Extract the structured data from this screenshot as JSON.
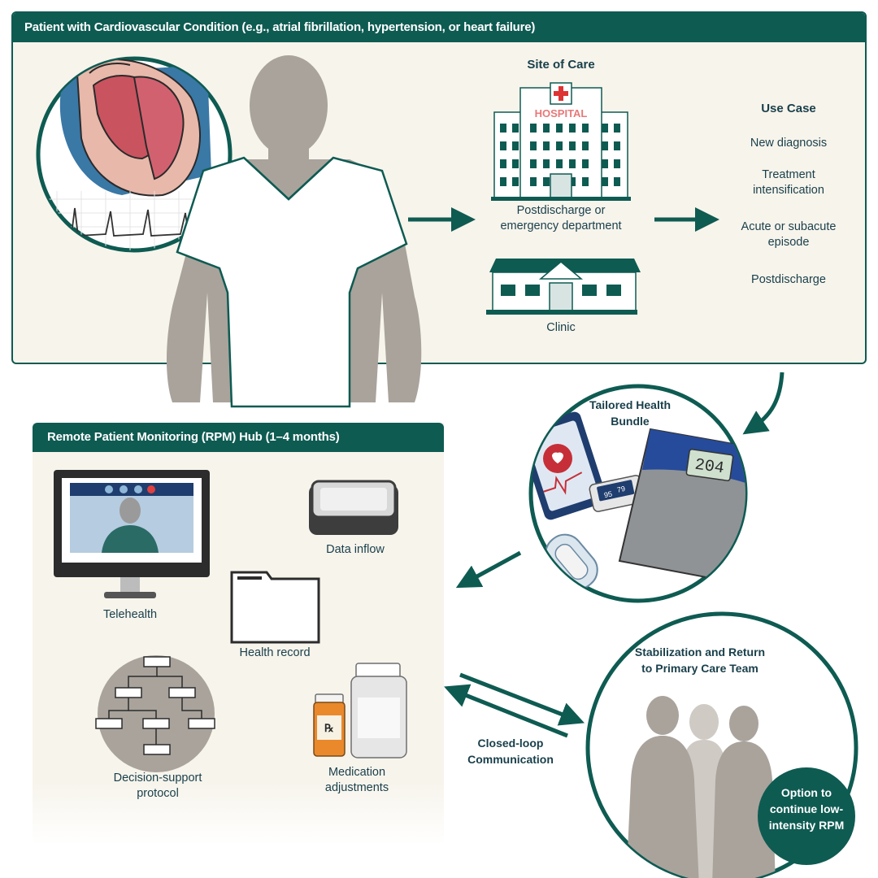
{
  "header": {
    "patient_condition": "Patient with Cardiovascular Condition (e.g., atrial fibrillation, hypertension, or heart failure)"
  },
  "site_of_care": {
    "title": "Site of Care",
    "hospital_sign": "HOSPITAL",
    "hospital_label": "Postdischarge or emergency department",
    "clinic_label": "Clinic"
  },
  "use_case": {
    "title": "Use Case",
    "items": [
      "New diagnosis",
      "Treatment intensification",
      "Acute or subacute episode",
      "Postdischarge"
    ]
  },
  "bundle": {
    "title": "Tailored Health Bundle",
    "scale_reading": "204",
    "oximeter_reading_1": "95",
    "oximeter_reading_2": "79"
  },
  "rpm_hub": {
    "title": "Remote Patient Monitoring (RPM) Hub (1–4 months)",
    "telehealth": "Telehealth",
    "data_inflow": "Data inflow",
    "health_record": "Health record",
    "decision_support": "Decision-support protocol",
    "medication": "Medication adjustments"
  },
  "closed_loop": "Closed-loop Communication",
  "stabilization": {
    "title": "Stabilization and Return to Primary Care Team",
    "option": "Option to continue low-intensity RPM"
  },
  "colors": {
    "teal": "#0e5b52",
    "panel_bg": "#f7f4ec",
    "silhouette": "#a9a39c",
    "text": "#183f4a"
  }
}
